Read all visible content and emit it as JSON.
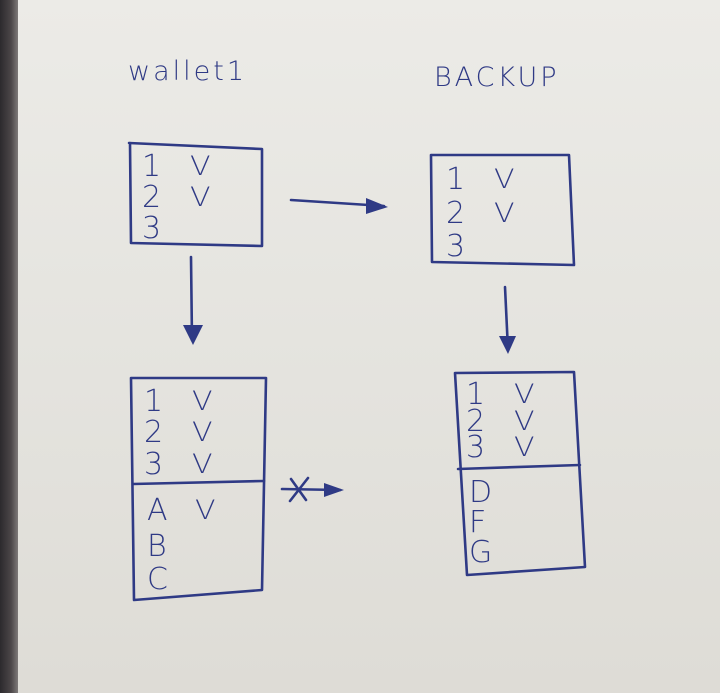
{
  "titles": {
    "wallet": "wallet1",
    "backup": "BACKUP"
  },
  "wallet_top": [
    {
      "n": "1",
      "mark": "V"
    },
    {
      "n": "2",
      "mark": "V"
    },
    {
      "n": "3",
      "mark": ""
    }
  ],
  "backup_top": [
    {
      "n": "1",
      "mark": "V"
    },
    {
      "n": "2",
      "mark": "V"
    },
    {
      "n": "3",
      "mark": ""
    }
  ],
  "wallet_bottom": {
    "rows": [
      {
        "n": "1",
        "mark": "V"
      },
      {
        "n": "2",
        "mark": "V"
      },
      {
        "n": "3",
        "mark": "V"
      }
    ],
    "extra": [
      {
        "n": "A",
        "mark": "V"
      },
      {
        "n": "B",
        "mark": ""
      },
      {
        "n": "C",
        "mark": ""
      }
    ]
  },
  "backup_bottom": {
    "rows": [
      {
        "n": "1",
        "mark": "V"
      },
      {
        "n": "2",
        "mark": "V"
      },
      {
        "n": "3",
        "mark": "V"
      }
    ],
    "extra": [
      {
        "n": "D",
        "mark": ""
      },
      {
        "n": "F",
        "mark": ""
      },
      {
        "n": "G",
        "mark": ""
      }
    ]
  },
  "colors": {
    "ink": "#2f3a85",
    "paper": "#e6e5e0"
  }
}
